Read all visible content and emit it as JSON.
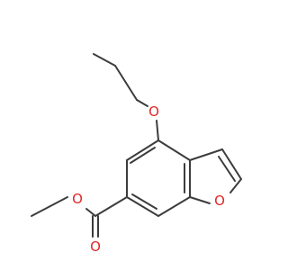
{
  "molecule": {
    "atom_labels": {
      "ether_oxygen": "O",
      "furan_oxygen": "O",
      "carbonyl_oxygen": "O",
      "ester_oxygen": "O"
    },
    "colors": {
      "bond": "#3c3c3c",
      "oxygen": "#e02828"
    }
  }
}
